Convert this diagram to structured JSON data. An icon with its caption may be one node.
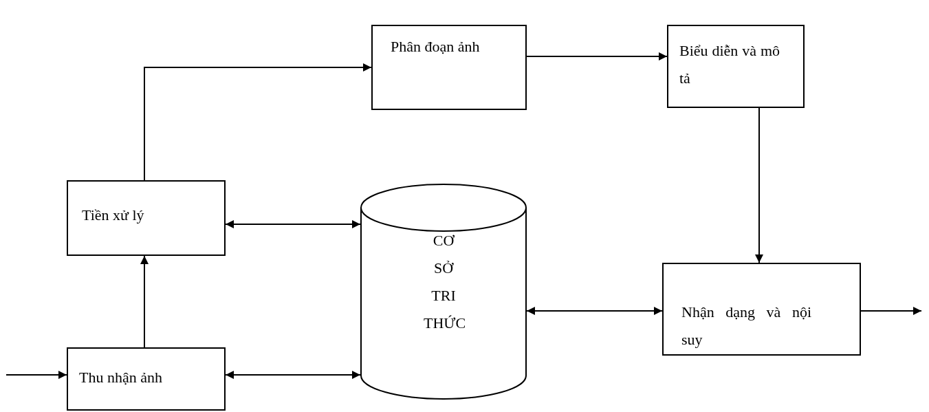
{
  "diagram": {
    "nodes": [
      {
        "text": [
          "Phân đoạn ảnh"
        ]
      },
      {
        "text": [
          "Biểu diễn và mô tả"
        ]
      },
      {
        "text": [
          "Tiền xử lý"
        ]
      },
      {
        "text": [
          "CƠ SỞ TRI THỨC"
        ]
      },
      {
        "text": [
          "Nhận dạng và nội suy"
        ]
      },
      {
        "text": [
          "Thu nhận ảnh"
        ]
      }
    ],
    "edges": [
      {
        "from": null,
        "to": 5,
        "arrow": "to"
      },
      {
        "from": 5,
        "to": 2,
        "arrow": "to"
      },
      {
        "from": 2,
        "to": 0,
        "arrow": "to"
      },
      {
        "from": 0,
        "to": 1,
        "arrow": "to"
      },
      {
        "from": 1,
        "to": 4,
        "arrow": "to"
      },
      {
        "from": 2,
        "to": 3,
        "arrow": "both"
      },
      {
        "from": 5,
        "to": 3,
        "arrow": "both"
      },
      {
        "from": 3,
        "to": 4,
        "arrow": "both"
      },
      {
        "from": 4,
        "to": null,
        "arrow": "to"
      }
    ]
  }
}
